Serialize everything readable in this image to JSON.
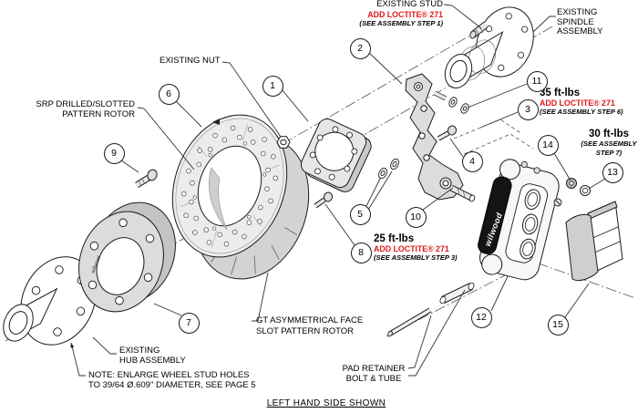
{
  "colors": {
    "red": "#e01a1a",
    "line": "#1a1a1a",
    "fill_light": "#ececec",
    "fill_mid": "#d3d3d3"
  },
  "brand": {
    "caliper_logo": "wilwood",
    "hat_logo": "wilwood"
  },
  "labels": {
    "existing_stud": {
      "title": "EXISTING STUD",
      "loctite": "ADD LOCTITE® 271",
      "step": "(SEE ASSEMBLY STEP 1)"
    },
    "spindle": {
      "l1": "EXISTING",
      "l2": "SPINDLE",
      "l3": "ASSEMBLY"
    },
    "existing_nut": "EXISTING NUT",
    "srp_rotor": {
      "l1": "SRP DRILLED/SLOTTED",
      "l2": "PATTERN ROTOR"
    },
    "torque35": {
      "value": "35 ft-lbs",
      "loctite": "ADD LOCTITE® 271",
      "step": "(SEE ASSEMBLY STEP 6)"
    },
    "torque30": {
      "value": "30 ft-lbs",
      "step1": "(SEE ASSEMBLY",
      "step2": "STEP 7)"
    },
    "torque25": {
      "value": "25 ft-lbs",
      "loctite": "ADD LOCTITE® 271",
      "step": "(SEE ASSEMBLY STEP 3)"
    },
    "gt_rotor": {
      "l1": "GT ASYMMETRICAL FACE",
      "l2": "SLOT PATTERN ROTOR"
    },
    "hub": {
      "l1": "EXISTING",
      "l2": "HUB ASSEMBLY"
    },
    "note": {
      "l1": "NOTE: ENLARGE WHEEL STUD HOLES",
      "l2": "TO 39/64 Ø.609\" DIAMETER, SEE PAGE 5"
    },
    "pad_retainer": {
      "l1": "PAD RETAINER",
      "l2": "BOLT & TUBE"
    },
    "footer": "LEFT HAND SIDE SHOWN"
  },
  "callouts": [
    {
      "number": "1"
    },
    {
      "number": "2"
    },
    {
      "number": "3"
    },
    {
      "number": "4"
    },
    {
      "number": "5"
    },
    {
      "number": "6"
    },
    {
      "number": "7"
    },
    {
      "number": "8"
    },
    {
      "number": "9"
    },
    {
      "number": "10"
    },
    {
      "number": "11"
    },
    {
      "number": "12"
    },
    {
      "number": "13"
    },
    {
      "number": "14"
    },
    {
      "number": "15"
    }
  ]
}
